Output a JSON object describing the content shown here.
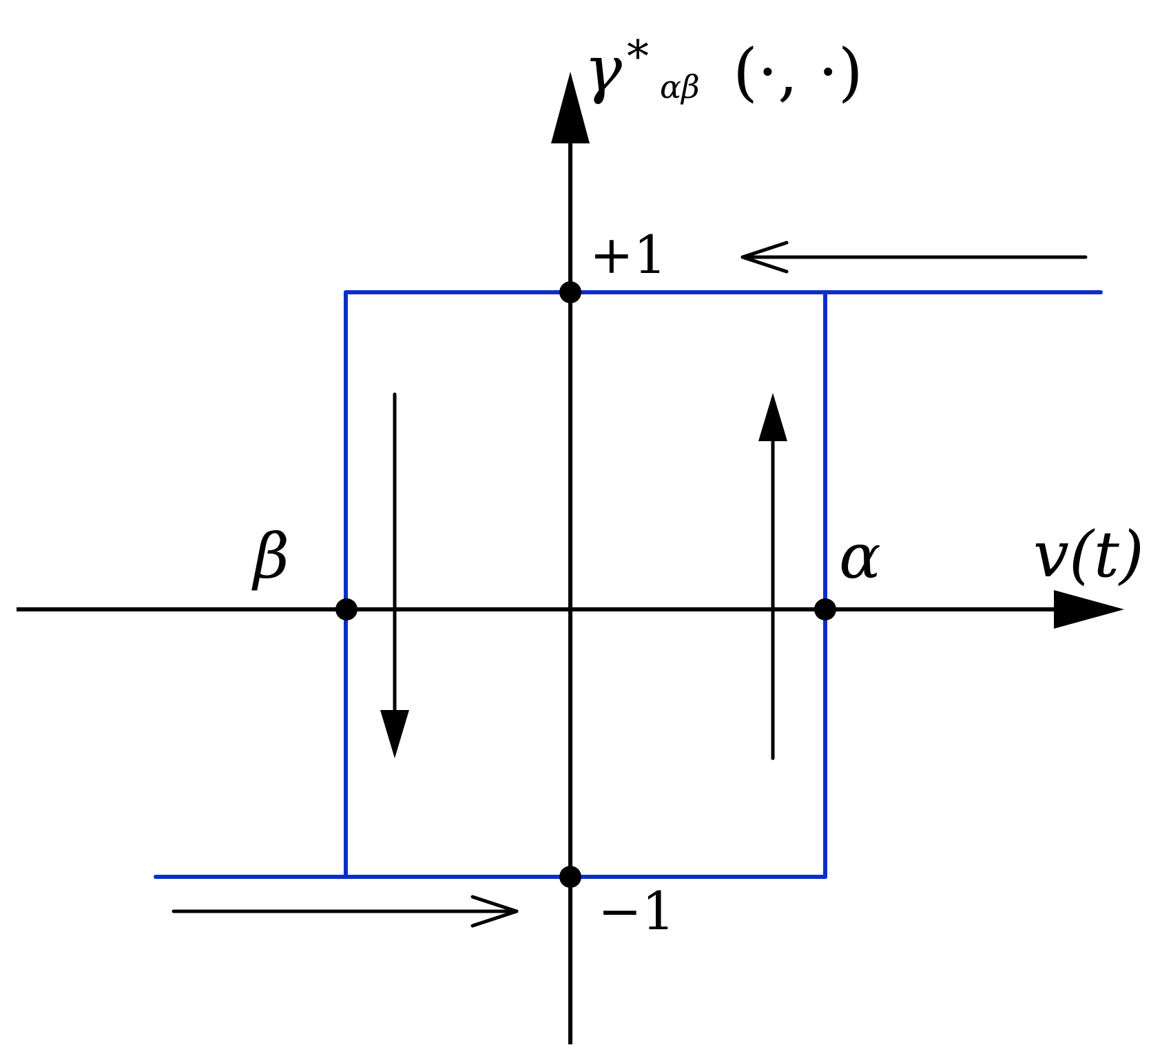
{
  "labels": {
    "y_axis_main": "γ",
    "y_axis_star": "*",
    "y_axis_sub": "αβ",
    "y_axis_args": "(·, ·)",
    "x_axis": "v(t)",
    "beta": "β",
    "alpha": "α",
    "plus_one": "+1",
    "minus_one": "−1"
  },
  "colors": {
    "loop": "#0a2fc9",
    "axes": "#000000"
  }
}
